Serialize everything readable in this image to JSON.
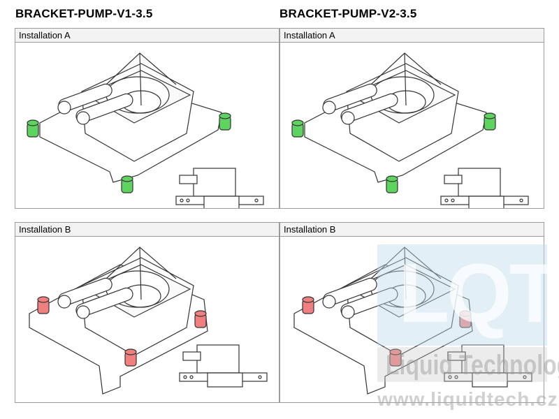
{
  "columns": [
    {
      "title": "BRACKET-PUMP-V1-3.5"
    },
    {
      "title": "BRACKET-PUMP-V2-3.5"
    }
  ],
  "panels": [
    {
      "label": "Installation A",
      "foot_color": "#5fd35f"
    },
    {
      "label": "Installation A",
      "foot_color": "#5fd35f"
    },
    {
      "label": "Installation B",
      "foot_color": "#f08080"
    },
    {
      "label": "Installation B",
      "foot_color": "#f08080"
    }
  ],
  "watermark": {
    "logo": "LQT",
    "tagline": "Liquid Technology",
    "url": "www.liquidtech.cz"
  }
}
